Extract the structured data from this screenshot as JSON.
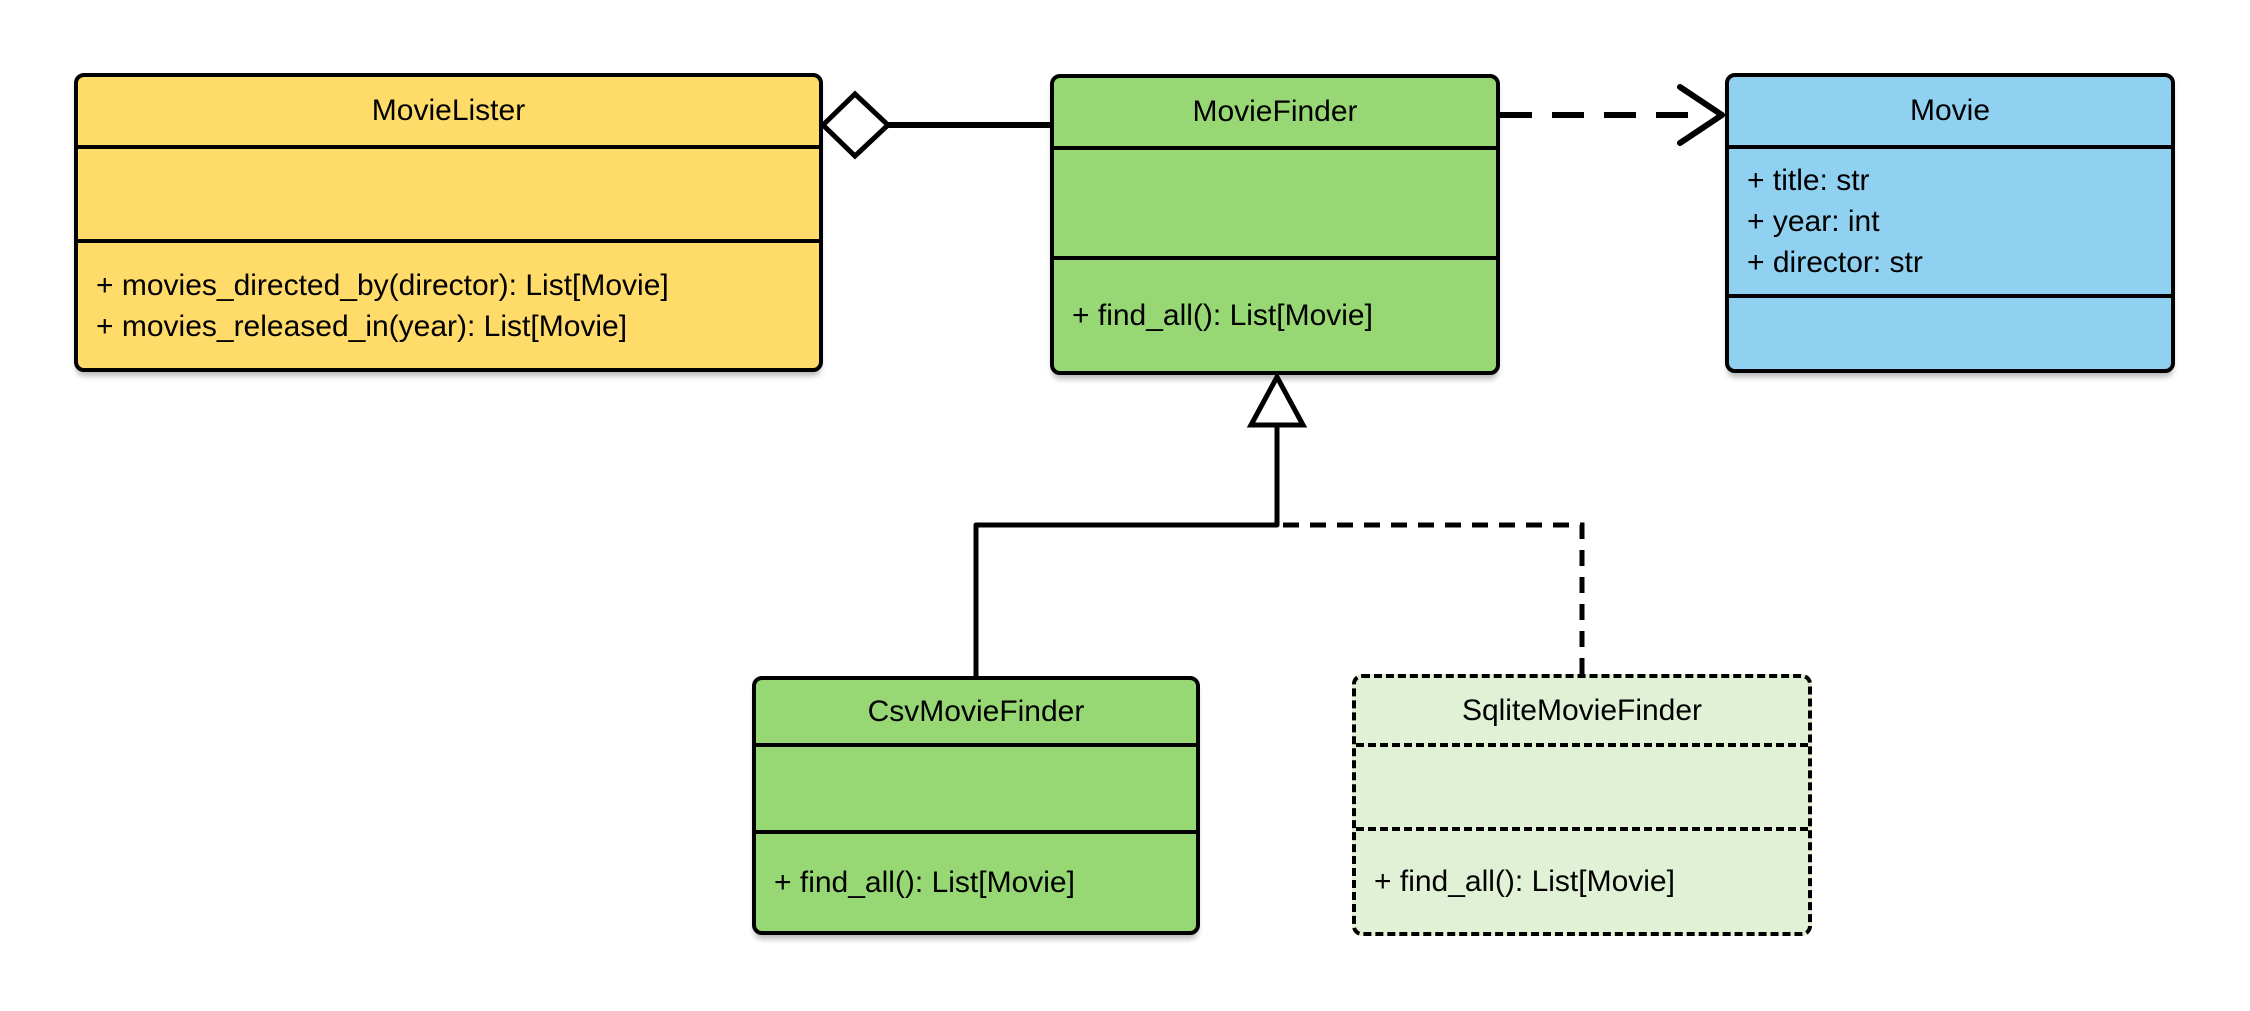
{
  "diagram_type": "uml-class-diagram",
  "colors": {
    "yellow": "#FFDB69",
    "green": "#97D874",
    "blue": "#90D1F1",
    "pale_green": "#E1F1D5",
    "stroke": "#000000",
    "marker_fill": "#FFFFFF"
  },
  "classes": {
    "movieLister": {
      "name": "MovieLister",
      "attributes": [],
      "methods": [
        "+ movies_directed_by(director): List[Movie]",
        "+ movies_released_in(year): List[Movie]"
      ]
    },
    "movieFinder": {
      "name": "MovieFinder",
      "attributes": [],
      "methods": [
        "+ find_all(): List[Movie]"
      ]
    },
    "movie": {
      "name": "Movie",
      "attributes": [
        "+ title: str",
        "+ year: int",
        "+ director: str"
      ],
      "methods": []
    },
    "csvMovieFinder": {
      "name": "CsvMovieFinder",
      "attributes": [],
      "methods": [
        "+ find_all(): List[Movie]"
      ]
    },
    "sqliteMovieFinder": {
      "name": "SqliteMovieFinder",
      "attributes": [],
      "methods": [
        "+ find_all(): List[Movie]"
      ]
    }
  },
  "relationships": [
    {
      "type": "aggregation",
      "from": "MovieLister",
      "to": "MovieFinder",
      "line": "solid",
      "marker": "hollow-diamond-at-MovieLister"
    },
    {
      "type": "dependency",
      "from": "MovieFinder",
      "to": "Movie",
      "line": "dashed",
      "marker": "open-arrow-at-Movie"
    },
    {
      "type": "generalization",
      "from": "CsvMovieFinder",
      "to": "MovieFinder",
      "line": "solid",
      "marker": "hollow-triangle-at-MovieFinder"
    },
    {
      "type": "generalization",
      "from": "SqliteMovieFinder",
      "to": "MovieFinder",
      "line": "dashed",
      "marker": "hollow-triangle-at-MovieFinder"
    }
  ]
}
